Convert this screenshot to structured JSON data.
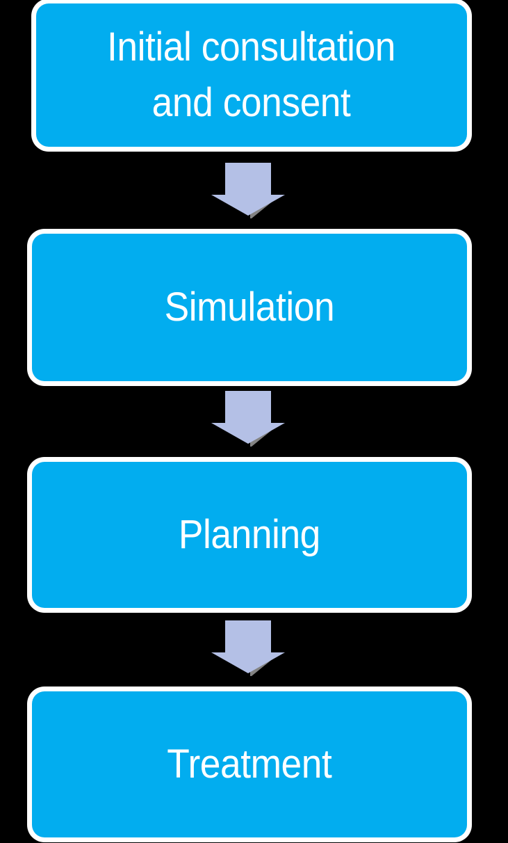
{
  "diagram": {
    "title": "Radiotherapy treatment pathway flowchart",
    "orientation": "vertical",
    "background_color": "#000000",
    "node_fill_color": "#02ADEF",
    "node_text_color": "#FFFFFF",
    "node_outline_color": "#FFFFFF",
    "arrow_fill_color": "#B4C0E6",
    "arrow_shadow_color": "#9A9A9A",
    "nodes": [
      {
        "id": "initial-consultation-and-consent",
        "label": "Initial consultation\nand consent",
        "lines": 2
      },
      {
        "id": "simulation",
        "label": "Simulation",
        "lines": 1
      },
      {
        "id": "planning",
        "label": "Planning",
        "lines": 1
      },
      {
        "id": "treatment",
        "label": "Treatment",
        "lines": 1
      }
    ],
    "connectors": [
      {
        "id": "arrow-consultation-to-simulation",
        "icon": "arrow-down-icon",
        "from": "initial-consultation-and-consent",
        "to": "simulation"
      },
      {
        "id": "arrow-simulation-to-planning",
        "icon": "arrow-down-icon",
        "from": "simulation",
        "to": "planning"
      },
      {
        "id": "arrow-planning-to-treatment",
        "icon": "arrow-down-icon",
        "from": "planning",
        "to": "treatment"
      }
    ]
  }
}
